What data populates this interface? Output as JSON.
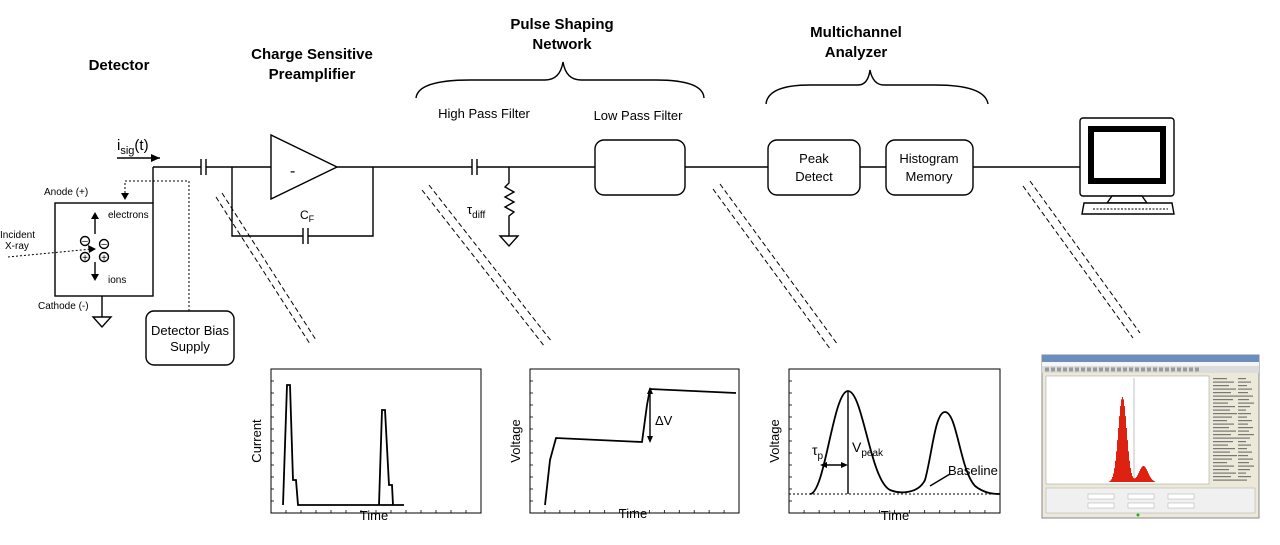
{
  "headers": {
    "detector": "Detector",
    "preamp_line1": "Charge Sensitive",
    "preamp_line2": "Preamplifier",
    "shaping_line1": "Pulse Shaping",
    "shaping_line2": "Network",
    "mca_line1": "Multichannel",
    "mca_line2": "Analyzer"
  },
  "detector": {
    "signal_label": "i",
    "signal_sub": "sig",
    "signal_tail": "(t)",
    "anode": "Anode (+)",
    "cathode": "Cathode (-)",
    "electrons": "electrons",
    "ions": "ions",
    "incident_line1": "Incident",
    "incident_line2": "X-ray",
    "bias_line1": "Detector Bias",
    "bias_line2": "Supply"
  },
  "preamp": {
    "sign": "-",
    "cap": "C",
    "cap_sub": "F"
  },
  "shaping": {
    "high_pass": "High Pass Filter",
    "low_pass": "Low Pass Filter",
    "tau": "τ",
    "tau_sub": "diff"
  },
  "mca": {
    "peak_line1": "Peak",
    "peak_line2": "Detect",
    "hist_line1": "Histogram",
    "hist_line2": "Memory"
  },
  "plots": {
    "current": {
      "ylabel": "Current",
      "xlabel": "Time"
    },
    "voltage1": {
      "ylabel": "Voltage",
      "xlabel": "Time",
      "delta": "ΔV"
    },
    "voltage2": {
      "ylabel": "Voltage",
      "xlabel": "Time",
      "tau": "τ",
      "tau_sub": "p",
      "vpeak": "V",
      "vpeak_sub": "peak",
      "baseline": "Baseline"
    }
  },
  "colors": {
    "histogram": "#dd2211",
    "window_title": "#6c8ebf"
  }
}
